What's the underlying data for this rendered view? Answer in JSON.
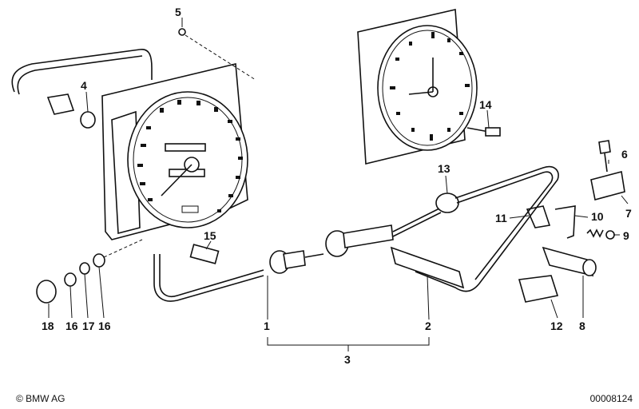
{
  "callouts": [
    {
      "id": "c5",
      "label": "5"
    },
    {
      "id": "c4",
      "label": "4"
    },
    {
      "id": "c14",
      "label": "14"
    },
    {
      "id": "c13",
      "label": "13"
    },
    {
      "id": "c6",
      "label": "6"
    },
    {
      "id": "c7",
      "label": "7"
    },
    {
      "id": "c11",
      "label": "11"
    },
    {
      "id": "c10",
      "label": "10"
    },
    {
      "id": "c9",
      "label": "9"
    },
    {
      "id": "c15",
      "label": "15"
    },
    {
      "id": "c18",
      "label": "18"
    },
    {
      "id": "c16a",
      "label": "16"
    },
    {
      "id": "c17",
      "label": "17"
    },
    {
      "id": "c16b",
      "label": "16"
    },
    {
      "id": "c1",
      "label": "1"
    },
    {
      "id": "c2",
      "label": "2"
    },
    {
      "id": "c3",
      "label": "3"
    },
    {
      "id": "c12",
      "label": "12"
    },
    {
      "id": "c8",
      "label": "8"
    }
  ],
  "footer": {
    "copyright": "© BMW AG",
    "doc_number": "00008124"
  }
}
